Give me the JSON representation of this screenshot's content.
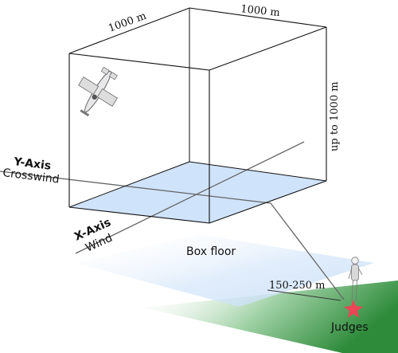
{
  "labels": {
    "depth_dim": "1000 m",
    "width_dim": "1000 m",
    "height_dim": "up to 1000 m",
    "y_axis_title": "Y-Axis",
    "y_axis_sub": "Crosswind",
    "x_axis_title": "X-Axis",
    "x_axis_sub": "Wind",
    "box_floor": "Box floor",
    "distance": "150-250 m",
    "judges": "Judges"
  },
  "colors": {
    "box_floor_fill": "#cfe3fb",
    "ground_green": "#2e8b3a",
    "judges_star": "#ee4455",
    "edge": "#111111",
    "axis": "#666666"
  },
  "icons": {
    "aircraft": "aerobatic-airplane-icon",
    "judge": "standing-person-icon",
    "star": "star-icon"
  }
}
